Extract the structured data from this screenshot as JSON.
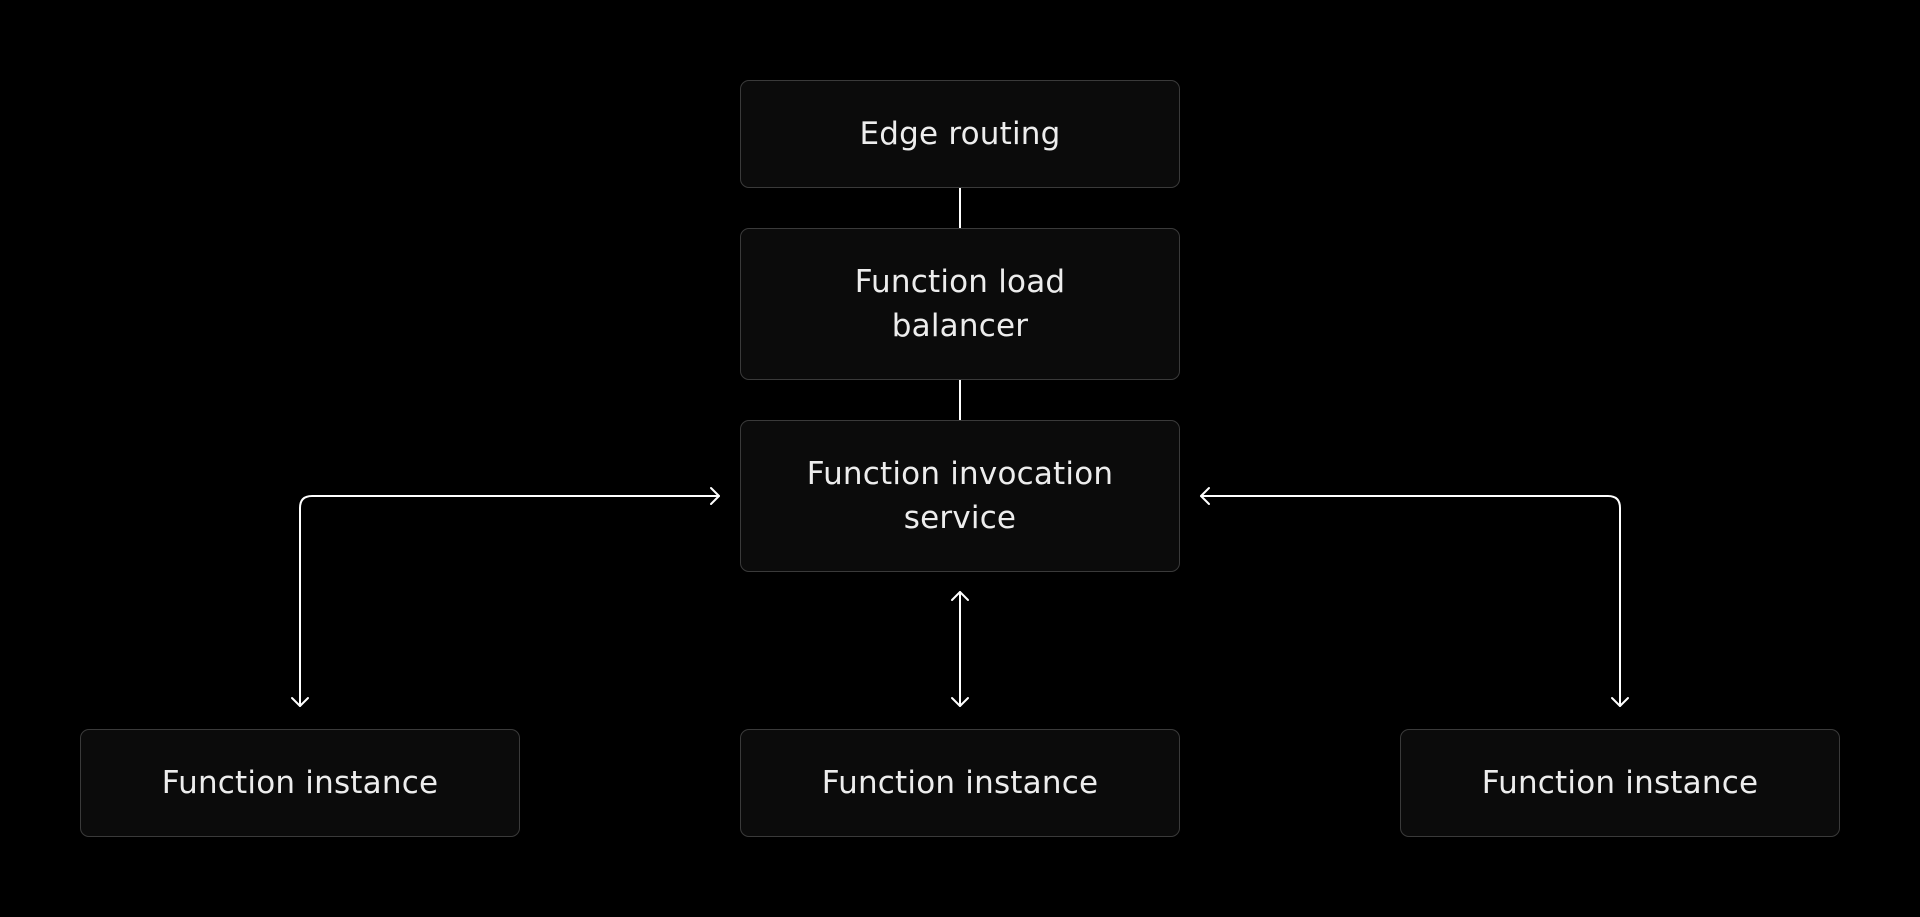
{
  "diagram": {
    "colors": {
      "background": "#000000",
      "node_fill": "#0b0b0b",
      "node_border": "#3a3a3a",
      "text": "#ededed",
      "line": "#ffffff"
    },
    "nodes": {
      "edge_routing": "Edge routing",
      "load_balancer": "Function load balancer",
      "invocation_service": "Function invocation service",
      "instance_left": "Function instance",
      "instance_middle": "Function instance",
      "instance_right": "Function instance"
    },
    "edges": [
      {
        "from": "edge_routing",
        "to": "load_balancer",
        "style": "line"
      },
      {
        "from": "load_balancer",
        "to": "invocation_service",
        "style": "line"
      },
      {
        "from": "invocation_service",
        "to": "instance_left",
        "style": "bidirectional-arrow"
      },
      {
        "from": "invocation_service",
        "to": "instance_middle",
        "style": "bidirectional-arrow"
      },
      {
        "from": "invocation_service",
        "to": "instance_right",
        "style": "bidirectional-arrow"
      }
    ]
  }
}
